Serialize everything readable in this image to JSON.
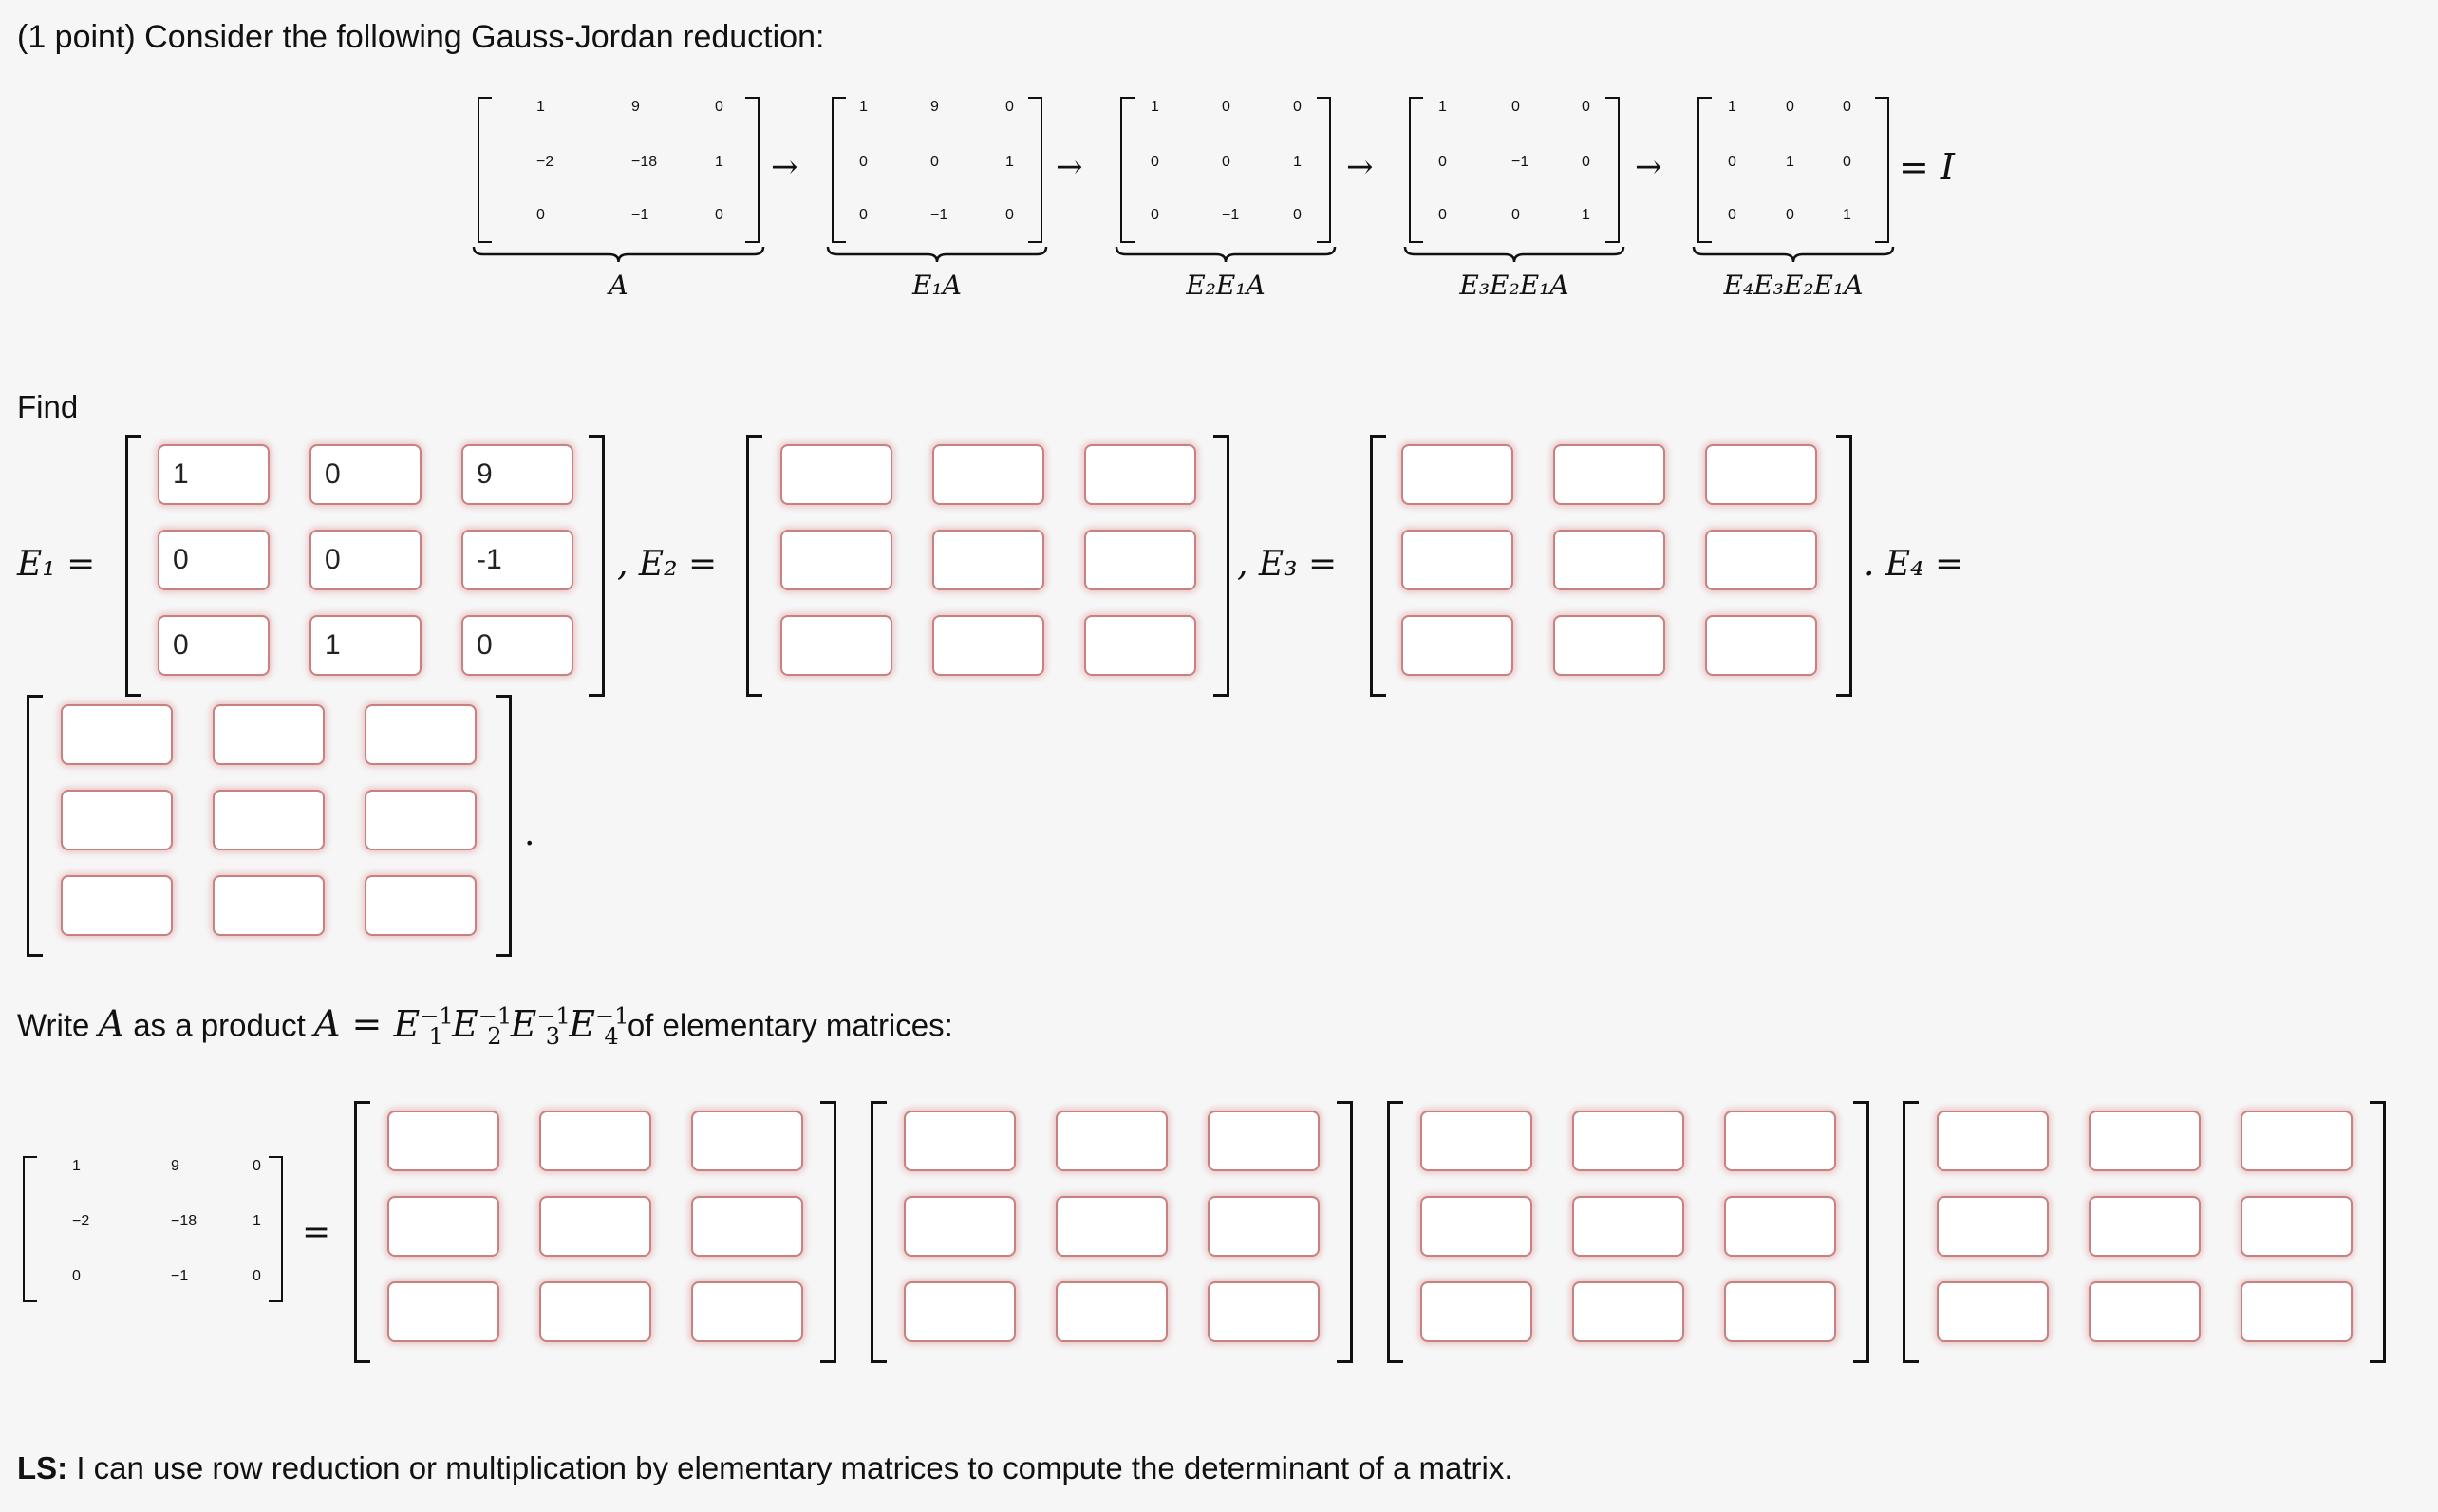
{
  "problem": {
    "points_prefix": "(1 point) Consider the following Gauss-Jordan reduction:"
  },
  "reduction": {
    "arrow": "→",
    "steps": [
      {
        "label": "A",
        "matrix": [
          [
            "1",
            "9",
            "0"
          ],
          [
            "−2",
            "−18",
            "1"
          ],
          [
            "0",
            "−1",
            "0"
          ]
        ]
      },
      {
        "label": "E₁A",
        "matrix": [
          [
            "1",
            "9",
            "0"
          ],
          [
            "0",
            "0",
            "1"
          ],
          [
            "0",
            "−1",
            "0"
          ]
        ]
      },
      {
        "label": "E₂E₁A",
        "matrix": [
          [
            "1",
            "0",
            "0"
          ],
          [
            "0",
            "0",
            "1"
          ],
          [
            "0",
            "−1",
            "0"
          ]
        ]
      },
      {
        "label": "E₃E₂E₁A",
        "matrix": [
          [
            "1",
            "0",
            "0"
          ],
          [
            "0",
            "−1",
            "0"
          ],
          [
            "0",
            "0",
            "1"
          ]
        ]
      },
      {
        "label": "E₄E₃E₂E₁A",
        "matrix": [
          [
            "1",
            "0",
            "0"
          ],
          [
            "0",
            "1",
            "0"
          ],
          [
            "0",
            "0",
            "1"
          ]
        ]
      }
    ],
    "equals_identity": "= I"
  },
  "find": {
    "label": "Find",
    "e1_label": "E₁ =",
    "e2_label": ", E₂ =",
    "e3_label": ", E₃ =",
    "e4_label": ". E₄ =",
    "final_period": ".",
    "e1_values": [
      [
        "1",
        "0",
        "9"
      ],
      [
        "0",
        "0",
        "-1"
      ],
      [
        "0",
        "1",
        "0"
      ]
    ],
    "e2_values": [
      [
        "",
        "",
        ""
      ],
      [
        "",
        "",
        ""
      ],
      [
        "",
        "",
        ""
      ]
    ],
    "e3_values": [
      [
        "",
        "",
        ""
      ],
      [
        "",
        "",
        ""
      ],
      [
        "",
        "",
        ""
      ]
    ],
    "e4_values": [
      [
        "",
        "",
        ""
      ],
      [
        "",
        "",
        ""
      ],
      [
        "",
        "",
        ""
      ]
    ]
  },
  "product": {
    "text_start": "Write",
    "var_a": "A",
    "text_mid": "as a product",
    "formula_lhs": "A = ",
    "formula_terms": [
      "E",
      "E",
      "E",
      "E"
    ],
    "subscripts": [
      "1",
      "2",
      "3",
      "4"
    ],
    "superscript": "−1",
    "text_end": "of elementary matrices:",
    "a_matrix": [
      [
        "1",
        "9",
        "0"
      ],
      [
        "−2",
        "−18",
        "1"
      ],
      [
        "0",
        "−1",
        "0"
      ]
    ],
    "equals": "="
  },
  "learning_statement": {
    "prefix": "LS:",
    "text": "I can use row reduction or multiplication by elementary matrices to compute the determinant of a matrix."
  }
}
